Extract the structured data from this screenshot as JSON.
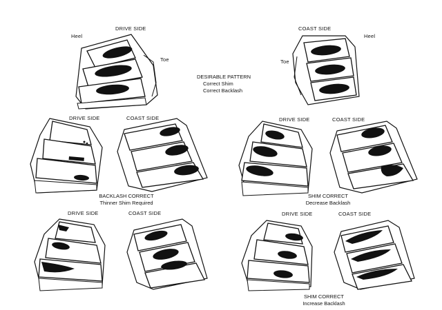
{
  "top": {
    "drive_side": "DRIVE SIDE",
    "heel_left": "Heel",
    "toe_left": "Toe",
    "coast_side": "COAST SIDE",
    "heel_right": "Heel",
    "toe_right": "Toe",
    "center_title": "DESIRABLE PATTERN",
    "center_line1": "Correct Shim",
    "center_line2": "Correct Backlash"
  },
  "middle_left": {
    "drive_side": "DRIVE SIDE",
    "coast_side": "COAST SIDE",
    "caption_line1": "BACKLASH CORRECT",
    "caption_line2": "Thinner Shim Required"
  },
  "middle_right": {
    "drive_side": "DRIVE SIDE",
    "coast_side": "COAST SIDE",
    "caption_line1": "SHIM CORRECT",
    "caption_line2": "Decrease Backlash"
  },
  "bottom_left": {
    "drive_side": "DRIVE SIDE",
    "coast_side": "COAST SIDE"
  },
  "bottom_right": {
    "drive_side": "DRIVE SIDE",
    "coast_side": "COAST SIDE",
    "caption_line1": "SHIM CORRECT",
    "caption_line2": "Increase Backlash"
  }
}
